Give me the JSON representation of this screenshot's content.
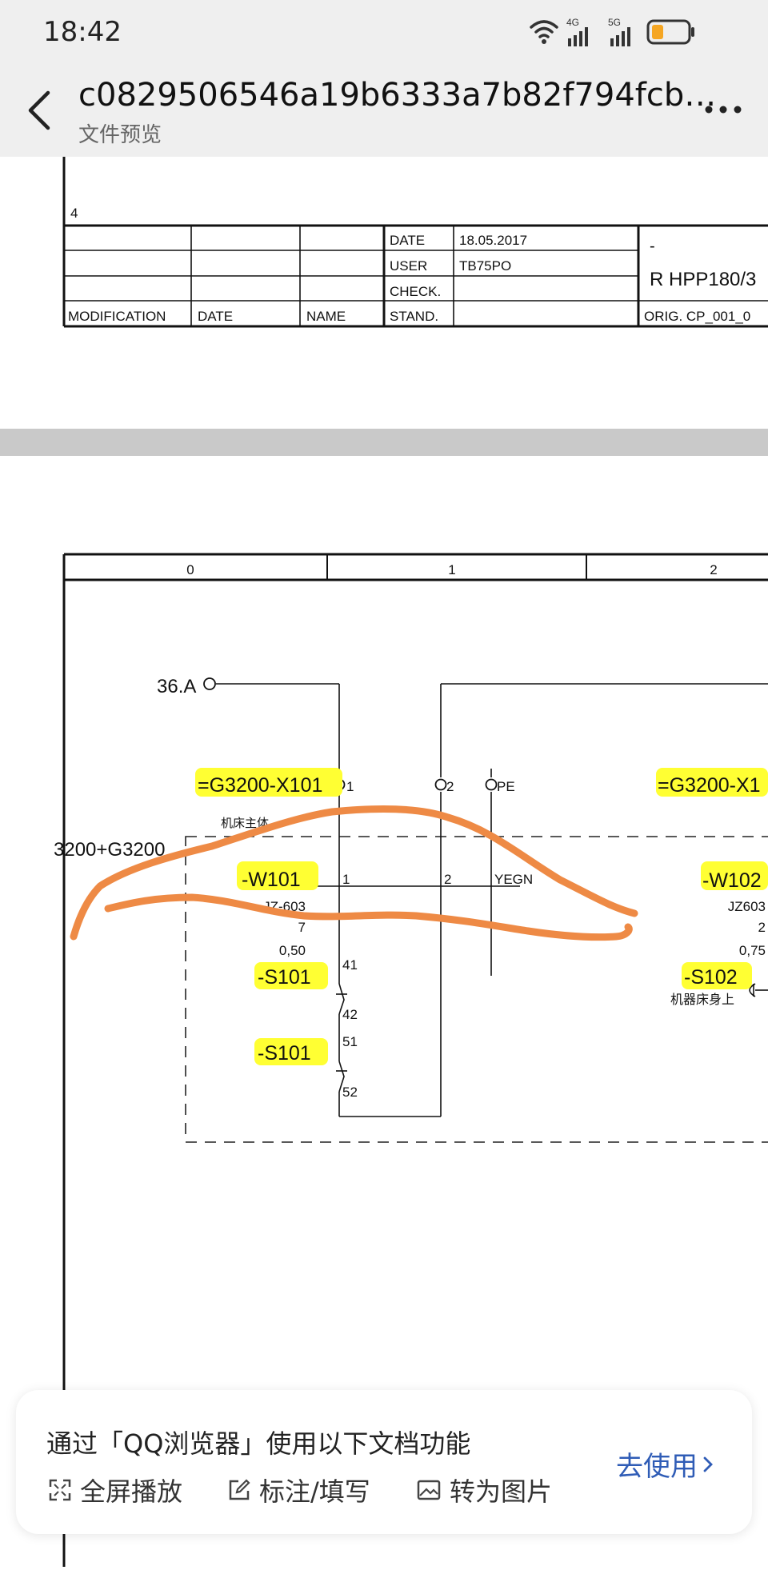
{
  "status_bar": {
    "time": "18:42",
    "network_1": "4G",
    "network_2": "5G"
  },
  "header": {
    "title": "c0829506546a19b6333a7b82f794fcb…",
    "subtitle": "文件预览"
  },
  "title_block": {
    "top_number": "4",
    "date_label": "DATE",
    "date_value": "18.05.2017",
    "user_label": "USER",
    "user_value": "TB75PO",
    "check_label": "CHECK.",
    "stand_label": "STAND.",
    "modification_label": "MODIFICATION",
    "col_date_label": "DATE",
    "col_name_label": "NAME",
    "dash": "-",
    "project": "R HPP180/3",
    "orig": "ORIG. CP_001_0"
  },
  "schematic": {
    "columns": [
      "0",
      "1",
      "2"
    ],
    "source_label": "36.A",
    "terminal_left": "=G3200-X101",
    "terminal_right": "=G3200-X1",
    "pin_1": "1",
    "pin_2": "2",
    "pin_pe": "PE",
    "location_left": "3200+G3200",
    "location_note_left": "机床主体",
    "cable_left": "-W101",
    "cable_left_type": "JZ-603",
    "cable_left_cores": "7",
    "cable_left_size": "0,50",
    "cable_wire_1": "1",
    "cable_wire_2": "2",
    "cable_wire_pe": "YEGN",
    "cable_right": "-W102",
    "cable_right_type": "JZ603",
    "cable_right_cores": "2",
    "cable_right_size": "0,75",
    "switch_1": "-S101",
    "switch_1_contact_top": "41",
    "switch_1_contact_bottom": "42",
    "switch_2": "-S101",
    "switch_2_contact_top": "51",
    "switch_2_contact_bottom": "52",
    "switch_right": "-S102",
    "location_note_right": "机器床身上"
  },
  "banner": {
    "text": "通过「QQ浏览器」使用以下文档功能",
    "fullscreen": "全屏播放",
    "annotate": "标注/填写",
    "to_image": "转为图片",
    "action": "去使用"
  },
  "colors": {
    "highlight": "#ffff33",
    "annotation": "#ee8a45",
    "link": "#2f5cb6"
  }
}
